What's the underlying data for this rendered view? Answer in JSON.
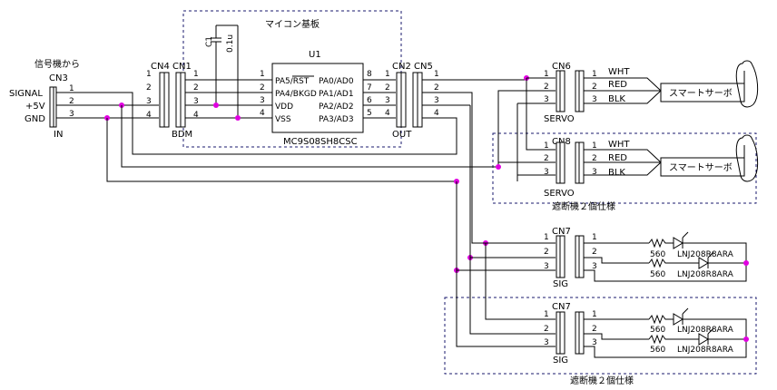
{
  "labels": {
    "signal_source": "信号機から",
    "signal": "SIGNAL",
    "plus5v": "+5V",
    "gnd": "GND",
    "cn3": "CN3",
    "in": "IN",
    "cn4": "CN4",
    "cn1": "CN1",
    "bdm": "BDM",
    "mcu_board": "マイコン基板",
    "c1": "C1",
    "c1_val": "0.1u",
    "u1": "U1",
    "mcu_part": "MC9S08SH8CSC",
    "pin_left": [
      "PA5/RST",
      "PA4/BKGD",
      "VDD",
      "VSS"
    ],
    "pin_right": [
      "PA0/AD0",
      "PA1/AD1",
      "PA2/AD2",
      "PA3/AD3"
    ],
    "pin_num_left": [
      "1",
      "2",
      "3",
      "4"
    ],
    "pin_num_right": [
      "8",
      "7",
      "6",
      "5"
    ],
    "cn2": "CN2",
    "cn5": "CN5",
    "out": "OUT",
    "cn6": "CN6",
    "cn8": "CN8",
    "servo": "SERVO",
    "wht": "WHT",
    "red": "RED",
    "blk": "BLK",
    "smart_servo": "スマートサーボ",
    "cn7": "CN7",
    "sig": "SIG",
    "r560": "560",
    "led": "LNJ208R8ARA",
    "note_2units": "遮断機２個仕様",
    "n1": "1",
    "n2": "2",
    "n3": "3",
    "n4": "4"
  },
  "colors": {
    "wire": "#000000",
    "junction": "#e000e0",
    "dashed_box": "#1a1a6e"
  }
}
